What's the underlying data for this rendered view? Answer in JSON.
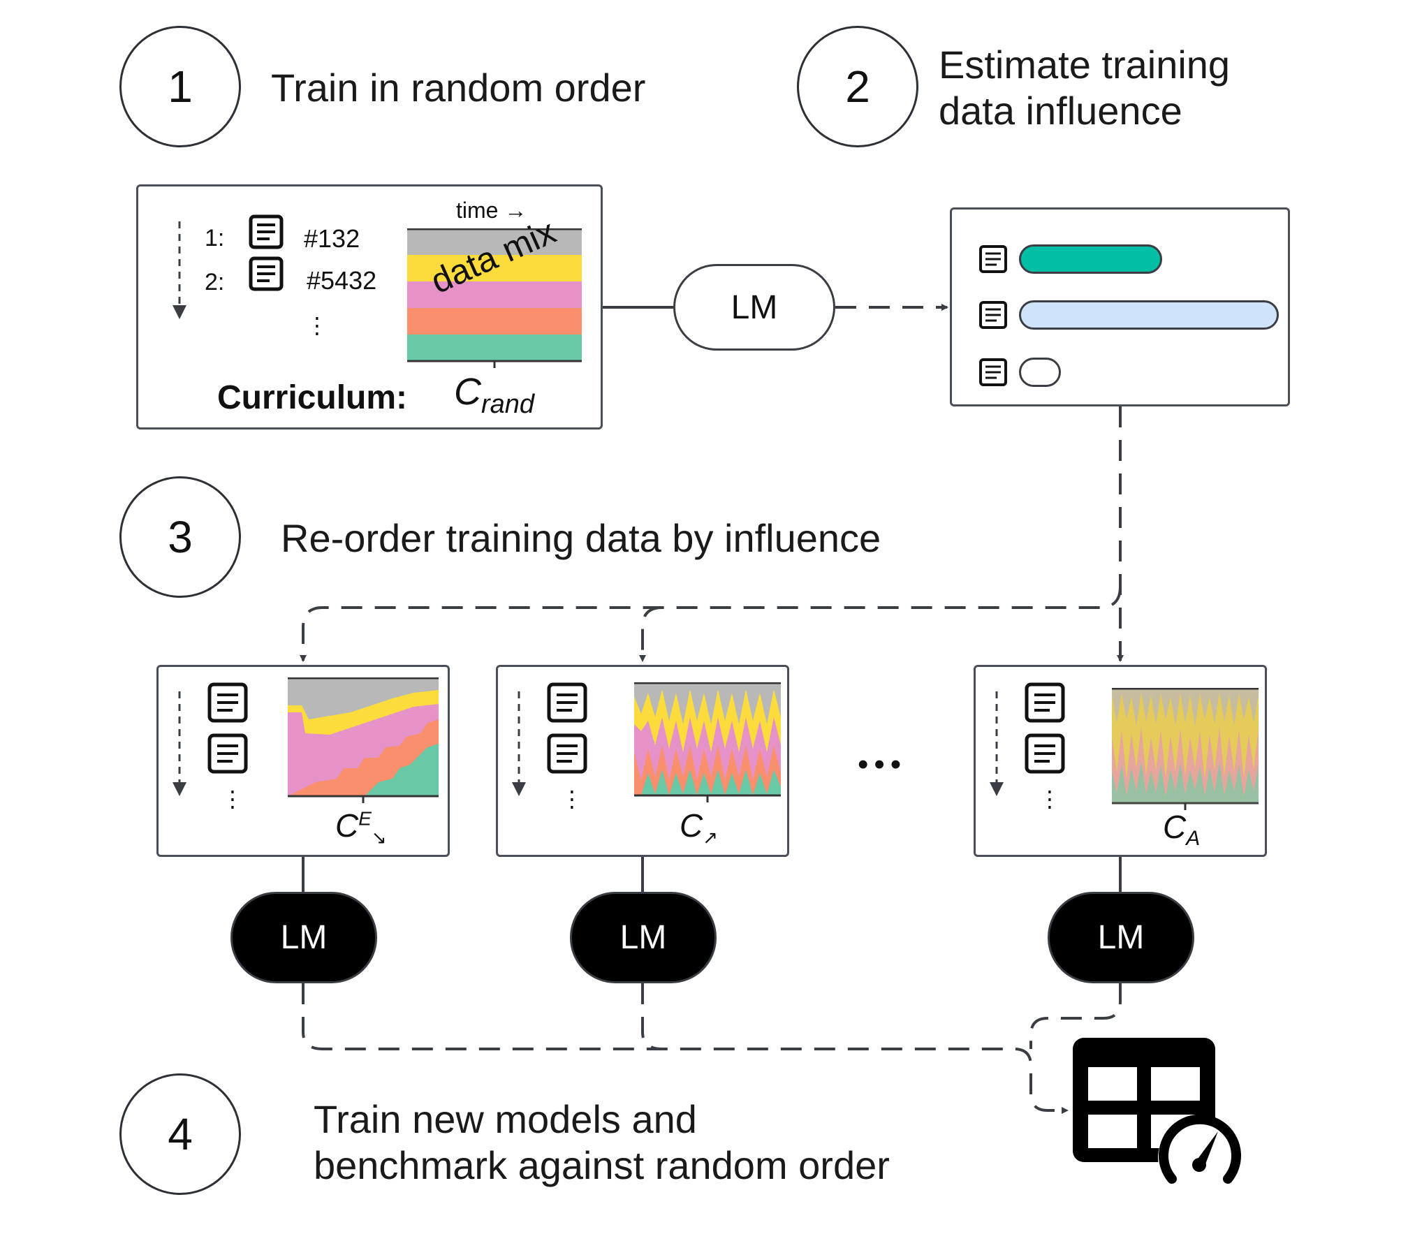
{
  "steps": [
    {
      "number": "1",
      "text": "Train in random order"
    },
    {
      "number": "2",
      "text_line1": "Estimate training",
      "text_line2": "data influence"
    },
    {
      "number": "3",
      "text": "Re-order training data by influence"
    },
    {
      "number": "4",
      "text_line1": "Train new models and",
      "text_line2": "benchmark against random order"
    }
  ],
  "panel1": {
    "time_label": "time →",
    "rows": [
      {
        "index": "1:",
        "doc_id": "#132"
      },
      {
        "index": "2:",
        "doc_id": "#5432"
      }
    ],
    "ellipsis": "⋮",
    "mix_label": "data mix",
    "curriculum_label": "Curriculum:",
    "curriculum_symbol": "C",
    "curriculum_sub": "rand"
  },
  "lm_label": "LM",
  "influence_panel": {
    "bars": [
      {
        "fraction": 0.55,
        "color": "#00bfa5"
      },
      {
        "fraction": 1.0,
        "color": "#cfe3fb"
      },
      {
        "fraction": 0.16,
        "color": "#ffffff"
      }
    ]
  },
  "curricula": [
    {
      "symbol": "C",
      "sup": "E",
      "sub": "↘"
    },
    {
      "symbol": "C",
      "sub": "↗"
    },
    {
      "symbol": "C",
      "sub": "A"
    }
  ],
  "more_indicator": "•••",
  "colors": {
    "gray": "#b8b8b8",
    "yellow": "#fcdc3c",
    "pink": "#e592c8",
    "orange": "#f98f6c",
    "teal": "#69c9a6",
    "line": "#3a3d44"
  }
}
